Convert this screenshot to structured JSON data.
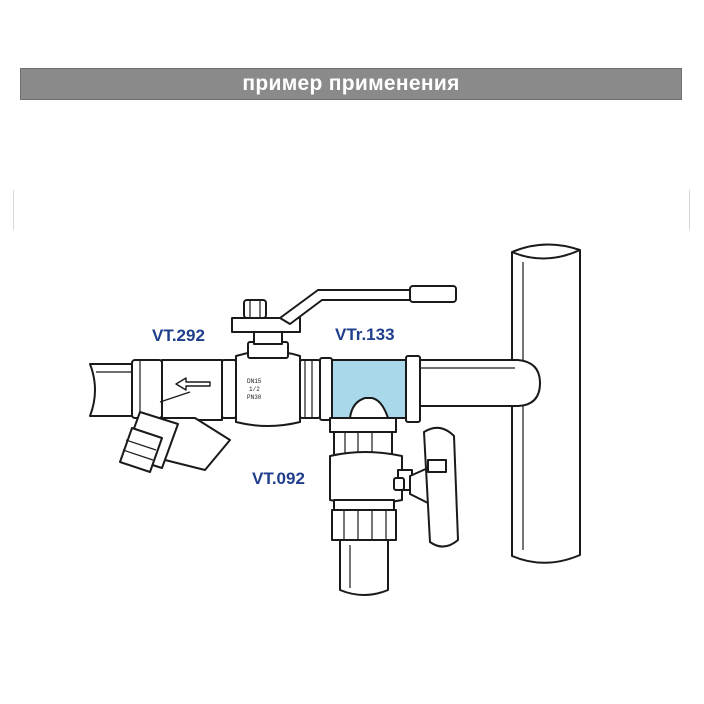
{
  "header": {
    "title": "пример применения"
  },
  "labels": {
    "vt292": "VT.292",
    "vtr133": "VTr.133",
    "vt092": "VT.092"
  },
  "colors": {
    "header_bg": "#8a8a8a",
    "label_text": "#1f3e8c",
    "tee_fill": "#a8d8ea",
    "line": "#1a1a1a"
  },
  "icons": {
    "flow_arrow": "flow-direction-arrow-icon"
  }
}
